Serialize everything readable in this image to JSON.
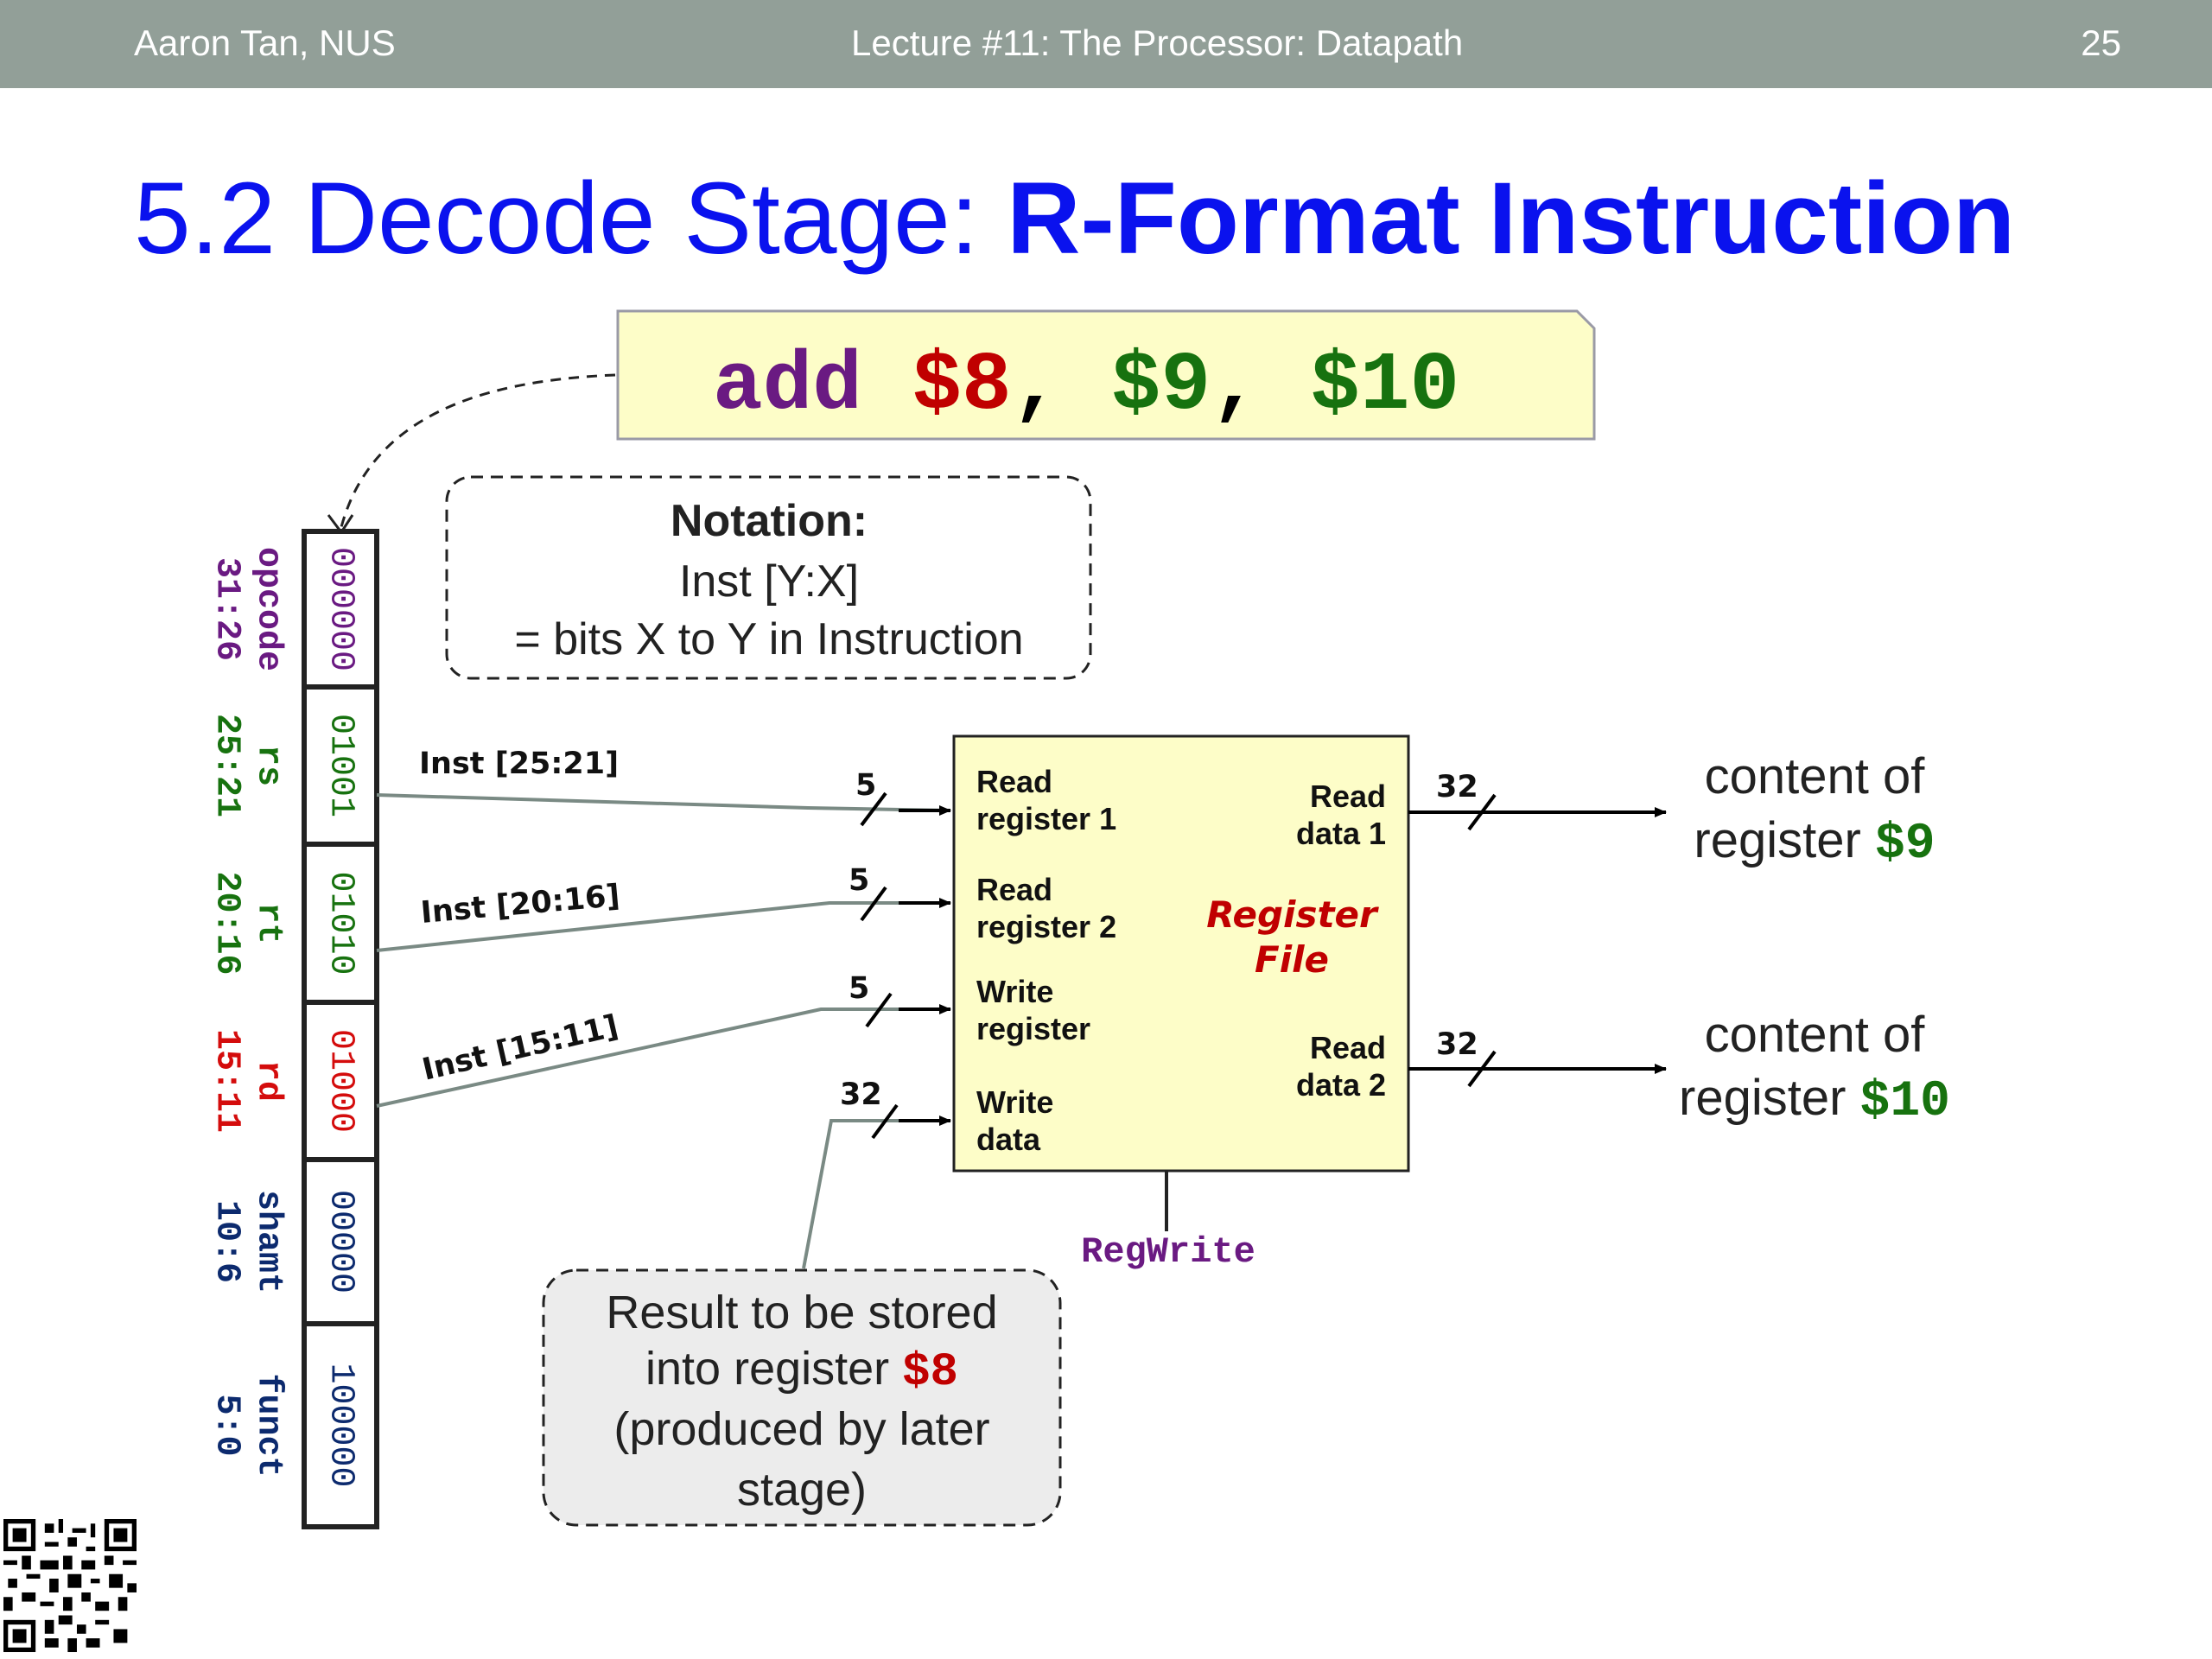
{
  "header": {
    "author": "Aaron Tan, NUS",
    "lecture": "Lecture #11: The Processor: Datapath",
    "page": "25"
  },
  "title": {
    "prefix": "5.2 Decode Stage: ",
    "emphasis": "R-Format Instruction"
  },
  "instruction": {
    "op": "add",
    "rd": "$8",
    "rs": "$9",
    "rt": "$10",
    "sep": ","
  },
  "notation": {
    "heading": "Notation:",
    "line1": "Inst [Y:X]",
    "line2": "= bits X to Y in Instruction"
  },
  "fields": [
    {
      "name": "opcode",
      "range": "31:26",
      "bits": "000000",
      "color": "#6a1a82"
    },
    {
      "name": "rs",
      "range": "25:21",
      "bits": "01001",
      "color": "#17720f"
    },
    {
      "name": "rt",
      "range": "20:16",
      "bits": "01010",
      "color": "#17720f"
    },
    {
      "name": "rd",
      "range": "15:11",
      "bits": "01000",
      "color": "#d40c0c"
    },
    {
      "name": "shamt",
      "range": "10:6",
      "bits": "00000",
      "color": "#0c2a6e"
    },
    {
      "name": "funct",
      "range": "5:0",
      "bits": "100000",
      "color": "#0c2a6e"
    }
  ],
  "wires": {
    "inst_rs": "Inst [25:21]",
    "inst_rt": "Inst [20:16]",
    "inst_rd": "Inst [15:11]",
    "width_5": "5",
    "width_32": "32"
  },
  "register_file": {
    "read_reg1": [
      "Read",
      "register 1"
    ],
    "read_reg2": [
      "Read",
      "register 2"
    ],
    "write_reg": [
      "Write",
      "register"
    ],
    "write_data": [
      "Write",
      "data"
    ],
    "read_data1": [
      "Read",
      "data 1"
    ],
    "read_data2": [
      "Read",
      "data 2"
    ],
    "name": [
      "Register",
      "File"
    ],
    "control": "RegWrite"
  },
  "outputs": {
    "out1_line1": "content of",
    "out1_line2": "register ",
    "out1_reg": "$9",
    "out2_line1": "content of",
    "out2_line2": "register ",
    "out2_reg": "$10"
  },
  "result_note": {
    "line1": "Result to be stored",
    "line2": "into register ",
    "reg": "$8",
    "line3": "(produced by later",
    "line4": "stage)"
  },
  "colors": {
    "header_bg": "#929f98",
    "title": "#0a12ee",
    "red": "#c00000",
    "green": "#17720f",
    "purple": "#6a1a82",
    "box_fill": "#fdfdc8",
    "note_fill": "#ececec"
  }
}
